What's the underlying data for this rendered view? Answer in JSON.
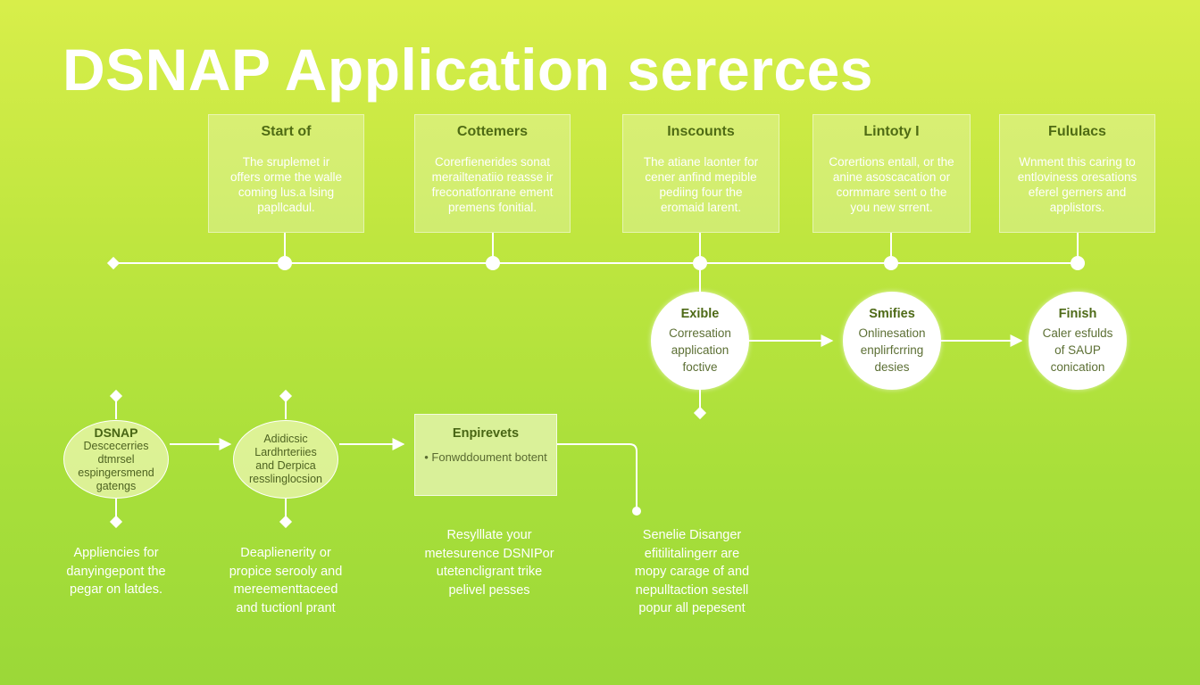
{
  "title": "DSNAP Application sererces",
  "timeline_steps": [
    {
      "title": "Start of",
      "desc": [
        "The sruplemet ir",
        "offers orme the walle",
        "coming lus.a lsing",
        "papllcadul."
      ]
    },
    {
      "title": "Cottemers",
      "desc": [
        "Corerfienerides sonat",
        "merailtenatiio reasse ir",
        "freconatfonrane ement",
        "premens fonitial."
      ]
    },
    {
      "title": "Inscounts",
      "desc": [
        "The atiane laonter for",
        "cener anfind mepible",
        "pediing four the",
        "eromaid larent."
      ]
    },
    {
      "title": "Lintoty I",
      "desc": [
        "Corertions entall, or the",
        "anine asoscacation or",
        "cormmare sent o the",
        "you new srrent."
      ]
    },
    {
      "title": "Fululacs",
      "desc": [
        "Wnment this caring to",
        "entloviness oresations",
        "eferel gerners and",
        "applistors."
      ]
    }
  ],
  "flow_circles": [
    {
      "title": "Exible",
      "desc": [
        "Corresation",
        "application",
        "foctive"
      ]
    },
    {
      "title": "Smifies",
      "desc": [
        "Onlinesation",
        "enplirfcrring",
        "desies"
      ]
    },
    {
      "title": "Finish",
      "desc": [
        "Caler esfulds",
        "of SAUP",
        "conication"
      ]
    }
  ],
  "process_nodes": [
    {
      "title": "DSNAP",
      "desc": [
        "Descecerries",
        "dtmrsel",
        "espingersmend",
        "gatengs"
      ]
    },
    {
      "title": "",
      "desc": [
        "Adidicsic",
        "Lardhrteriies",
        "and Derpica",
        "resslinglocsion"
      ]
    }
  ],
  "environment_box": {
    "title": "Enpirevets",
    "desc": "• Fonwddoument botent"
  },
  "notes": [
    [
      "Appliencies for",
      "danyingepont the",
      "pegar on latdes."
    ],
    [
      "Deaplienerity or",
      "propice serooly and",
      "mereementtaceed",
      "and tuctionl prant"
    ],
    [
      "Resylllate your",
      "metesurence DSNIPor",
      "utetencligrant trike",
      "pelivel pesses"
    ],
    [
      "Senelie Disanger",
      "efitilitalingerr are",
      "mopy carage of and",
      "nepulltaction sestell",
      "popur all pepesent"
    ]
  ],
  "colors": {
    "background_top": "#d8ee4a",
    "background_bottom": "#9bd838",
    "accent_text": "#4f6b14",
    "line": "#ffffff"
  }
}
